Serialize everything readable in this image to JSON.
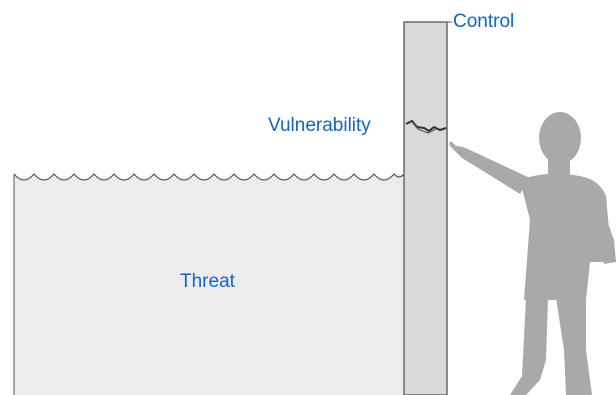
{
  "labels": {
    "control": "Control",
    "vulnerability": "Vulnerability",
    "threat": "Threat"
  },
  "colors": {
    "label": "#1565c0",
    "water_fill": "#ececec",
    "wall_fill": "#d9d9d9",
    "outline": "#555555",
    "person": "#a9a9a9",
    "crack": "#333333"
  }
}
